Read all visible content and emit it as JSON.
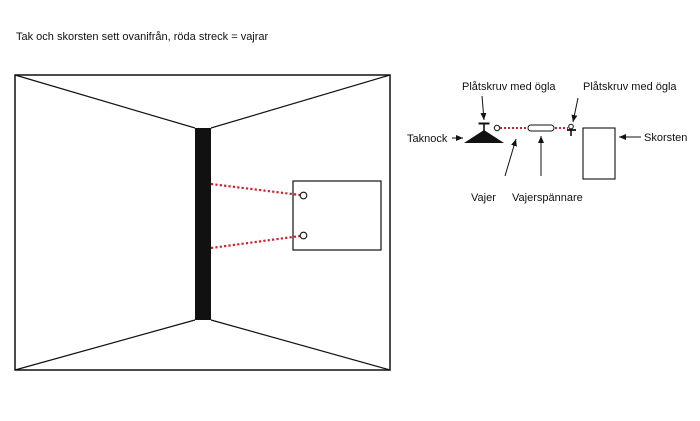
{
  "caption": "Tak och skorsten sett ovanifrån, röda streck  = vajrar",
  "labels": {
    "screw_left": "Plåtskruv med ögla",
    "screw_right": "Plåtskruv med ögla",
    "ridge": "Taknock",
    "chimney": "Skorsten",
    "wire": "Vajer",
    "tensioner": "Vajerspännare"
  },
  "colors": {
    "wire": "#d0202a",
    "ink": "#111111"
  }
}
